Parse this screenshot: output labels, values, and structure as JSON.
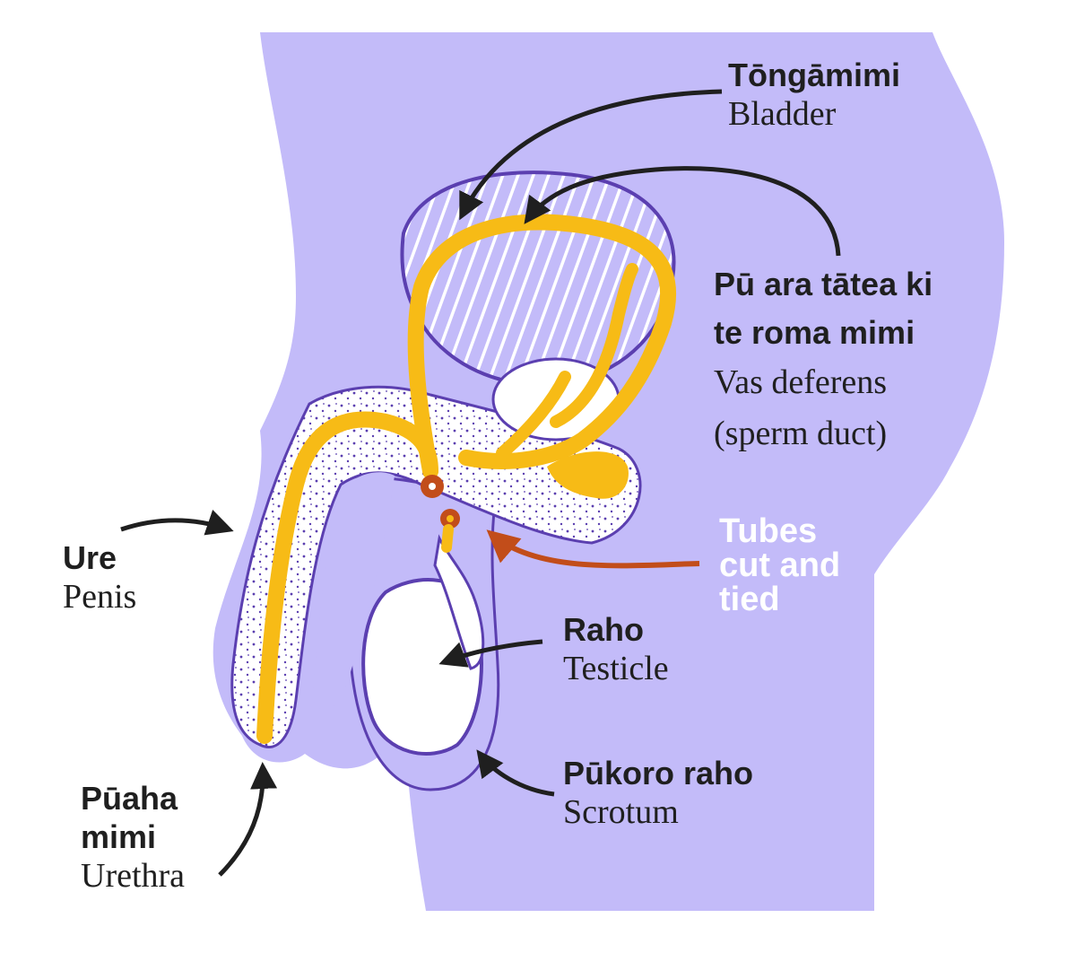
{
  "colors": {
    "body_fill": "#c3bbf9",
    "outline": "#5b3fb0",
    "duct": "#f7bb16",
    "cut_ends": "#c24d1a",
    "arrow": "#1f1f1f",
    "cut_arrow": "#c24d1a",
    "highlight_text": "#ffffff"
  },
  "labels": {
    "bladder": {
      "maori": "Tōngāmimi",
      "english": "Bladder"
    },
    "vas_deferens": {
      "maori_line1": "Pū ara tātea ki",
      "maori_line2": "te roma mimi",
      "english_line1": "Vas deferens",
      "english_line2": "(sperm duct)"
    },
    "cut": {
      "line1": "Tubes",
      "line2": "cut and",
      "line3": "tied"
    },
    "penis": {
      "maori": "Ure",
      "english": "Penis"
    },
    "testicle": {
      "maori": "Raho",
      "english": "Testicle"
    },
    "scrotum": {
      "maori": "Pūkoro raho",
      "english": "Scrotum"
    },
    "urethra": {
      "maori_line1": "Pūaha",
      "maori_line2": "mimi",
      "english": "Urethra"
    }
  },
  "icons": [
    "arrow-icon",
    "cut-arrow-icon"
  ]
}
